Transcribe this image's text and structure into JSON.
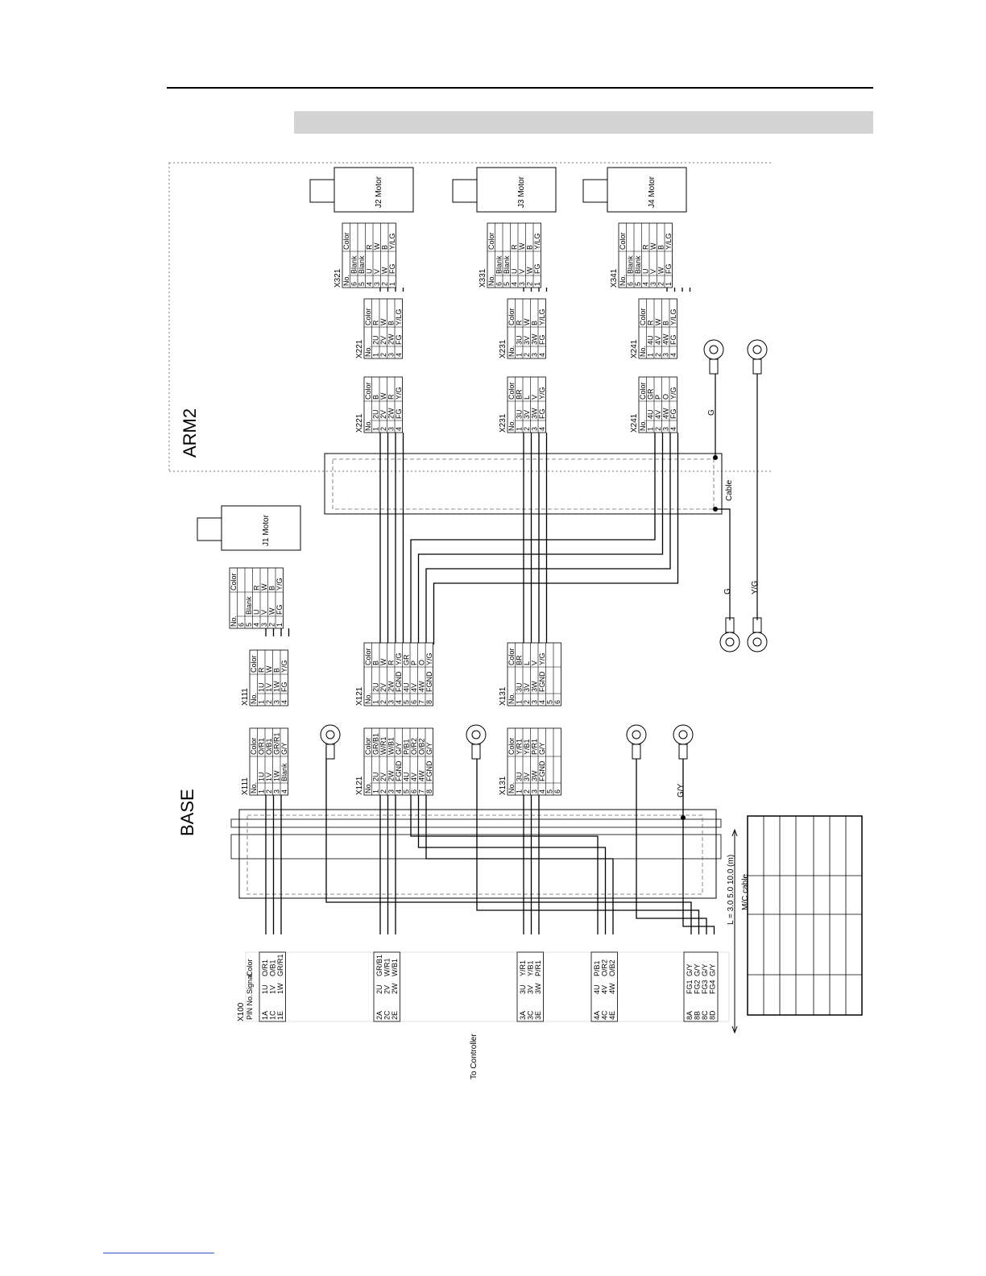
{
  "labels": {
    "arm2": "ARM2",
    "base": "BASE",
    "to_controller": "To Controller",
    "cable": "Cable",
    "mc_cable": "M/C cable",
    "length": "L = 3.0  5.0  10.0  (m)",
    "wire_g": "G",
    "wire_yg": "Y/G",
    "wire_gy": "G/Y"
  },
  "headers": {
    "no": "No.",
    "color": "Color",
    "pin_no": "PIN No.",
    "signal": "Signal"
  },
  "motors": [
    {
      "name": "J2 Motor"
    },
    {
      "name": "J3 Motor"
    },
    {
      "name": "J4 Motor"
    },
    {
      "name": "J1 Motor"
    }
  ],
  "connectors": [
    {
      "label": "X321",
      "motor_side": true,
      "rows": [
        [
          "6",
          "Blank",
          ""
        ],
        [
          "5",
          "Blank",
          ""
        ],
        [
          "4",
          "U",
          "R"
        ],
        [
          "3",
          "V",
          "W"
        ],
        [
          "2",
          "W",
          "B"
        ],
        [
          "1",
          "FG",
          "Y/LG"
        ]
      ]
    },
    {
      "label": "X331",
      "motor_side": true,
      "rows": [
        [
          "6",
          "Blank",
          ""
        ],
        [
          "5",
          "Blank",
          ""
        ],
        [
          "4",
          "U",
          "R"
        ],
        [
          "3",
          "V",
          "W"
        ],
        [
          "2",
          "W",
          "B"
        ],
        [
          "1",
          "FG",
          "Y/LG"
        ]
      ]
    },
    {
      "label": "X341",
      "motor_side": true,
      "rows": [
        [
          "6",
          "Blank",
          ""
        ],
        [
          "5",
          "Blank",
          ""
        ],
        [
          "4",
          "U",
          "R"
        ],
        [
          "3",
          "V",
          "W"
        ],
        [
          "2",
          "W",
          "B"
        ],
        [
          "1",
          "FG",
          "Y/LG"
        ]
      ]
    },
    {
      "label": "X221",
      "rows": [
        [
          "1",
          "2U",
          "R"
        ],
        [
          "2",
          "2V",
          "W"
        ],
        [
          "3",
          "2W",
          "B"
        ],
        [
          "4",
          "FG",
          "Y/LG"
        ]
      ]
    },
    {
      "label": "X231",
      "rows": [
        [
          "1",
          "3U",
          "R"
        ],
        [
          "2",
          "3V",
          "W"
        ],
        [
          "3",
          "3W",
          "B"
        ],
        [
          "4",
          "FG",
          "Y/LG"
        ]
      ]
    },
    {
      "label": "X241",
      "rows": [
        [
          "1",
          "4U",
          "R"
        ],
        [
          "2",
          "4V",
          "W"
        ],
        [
          "3",
          "4W",
          "B"
        ],
        [
          "4",
          "FG",
          "Y/LG"
        ]
      ]
    },
    {
      "label": "X221",
      "rows": [
        [
          "1",
          "2U",
          "B"
        ],
        [
          "2",
          "2V",
          "W"
        ],
        [
          "3",
          "2W",
          "R"
        ],
        [
          "4",
          "FG",
          "Y/G"
        ]
      ]
    },
    {
      "label": "X231",
      "rows": [
        [
          "1",
          "3U",
          "BR"
        ],
        [
          "2",
          "3V",
          "L"
        ],
        [
          "3",
          "3W",
          "V"
        ],
        [
          "4",
          "FG",
          "Y/G"
        ]
      ]
    },
    {
      "label": "X241",
      "rows": [
        [
          "1",
          "4U",
          "GR"
        ],
        [
          "2",
          "4V",
          "P"
        ],
        [
          "3",
          "4W",
          "O"
        ],
        [
          "4",
          "FG",
          "Y/G"
        ]
      ]
    },
    {
      "label": "",
      "motor_side": true,
      "rows": [
        [
          "6",
          "",
          ""
        ],
        [
          "5",
          "Blank",
          ""
        ],
        [
          "4",
          "U",
          "R"
        ],
        [
          "3",
          "V",
          "W"
        ],
        [
          "2",
          "W",
          "B"
        ],
        [
          "1",
          "FG",
          "Y/G"
        ]
      ]
    },
    {
      "label": "X111",
      "rows": [
        [
          "1",
          "1U",
          "R"
        ],
        [
          "2",
          "1V",
          "W"
        ],
        [
          "3",
          "1W",
          "B"
        ],
        [
          "4",
          "FG",
          "Y/G"
        ]
      ]
    },
    {
      "label": "X121",
      "rows": [
        [
          "1",
          "2U",
          "B"
        ],
        [
          "2",
          "2V",
          "W"
        ],
        [
          "3",
          "2W",
          "R"
        ],
        [
          "4",
          "FGND",
          "Y/G"
        ],
        [
          "5",
          "4U",
          "GR"
        ],
        [
          "6",
          "4V",
          "P"
        ],
        [
          "7",
          "4W",
          "O"
        ],
        [
          "8",
          "FGND",
          "Y/G"
        ]
      ]
    },
    {
      "label": "X131",
      "rows": [
        [
          "1",
          "3U",
          "BR"
        ],
        [
          "2",
          "3V",
          "L"
        ],
        [
          "3",
          "3W",
          "V"
        ],
        [
          "4",
          "FGND",
          "Y/G"
        ],
        [
          "5",
          "",
          ""
        ],
        [
          "6",
          "",
          ""
        ]
      ]
    },
    {
      "label": "X111",
      "rows": [
        [
          "1",
          "1U",
          "O/R1"
        ],
        [
          "2",
          "1V",
          "O/B1"
        ],
        [
          "3",
          "1W",
          "GR/R1"
        ],
        [
          "4",
          "Blank",
          "G/Y"
        ]
      ]
    },
    {
      "label": "X121",
      "rows": [
        [
          "1",
          "2U",
          "GR/B1"
        ],
        [
          "2",
          "2V",
          "W/R1"
        ],
        [
          "3",
          "2W",
          "W/B1"
        ],
        [
          "4",
          "FGND",
          "G/Y"
        ],
        [
          "5",
          "4U",
          "P/B1"
        ],
        [
          "6",
          "4V",
          "O/R2"
        ],
        [
          "7",
          "4W",
          "O/B2"
        ],
        [
          "8",
          "FGND",
          "G/Y"
        ]
      ]
    },
    {
      "label": "X131",
      "rows": [
        [
          "1",
          "3U",
          "Y/R1"
        ],
        [
          "2",
          "3V",
          "Y/B1"
        ],
        [
          "3",
          "3W",
          "P/R1"
        ],
        [
          "4",
          "FGND",
          "G/Y"
        ],
        [
          "5",
          "",
          ""
        ],
        [
          "6",
          "",
          ""
        ]
      ]
    }
  ],
  "x100": {
    "label": "X100",
    "groups": [
      [
        [
          "1A",
          "1U",
          "O/R1"
        ],
        [
          "1C",
          "1V",
          "O/B1"
        ],
        [
          "1E",
          "1W",
          "GR/R1"
        ]
      ],
      [
        [
          "2A",
          "2U",
          "GR/B1"
        ],
        [
          "2C",
          "2V",
          "W/R1"
        ],
        [
          "2E",
          "2W",
          "W/B1"
        ]
      ],
      [
        [
          "3A",
          "3U",
          "Y/R1"
        ],
        [
          "3C",
          "3V",
          "Y/B1"
        ],
        [
          "3E",
          "3W",
          "P/R1"
        ]
      ],
      [
        [
          "4A",
          "4U",
          "P/B1"
        ],
        [
          "4C",
          "4V",
          "O/R2"
        ],
        [
          "4E",
          "4W",
          "O/B2"
        ]
      ],
      [
        [
          "8A",
          "FG1",
          "G/Y"
        ],
        [
          "8B",
          "FG2",
          "G/Y"
        ],
        [
          "8C",
          "FG3",
          "G/Y"
        ],
        [
          "8D",
          "FG4",
          "G/Y"
        ]
      ]
    ]
  }
}
